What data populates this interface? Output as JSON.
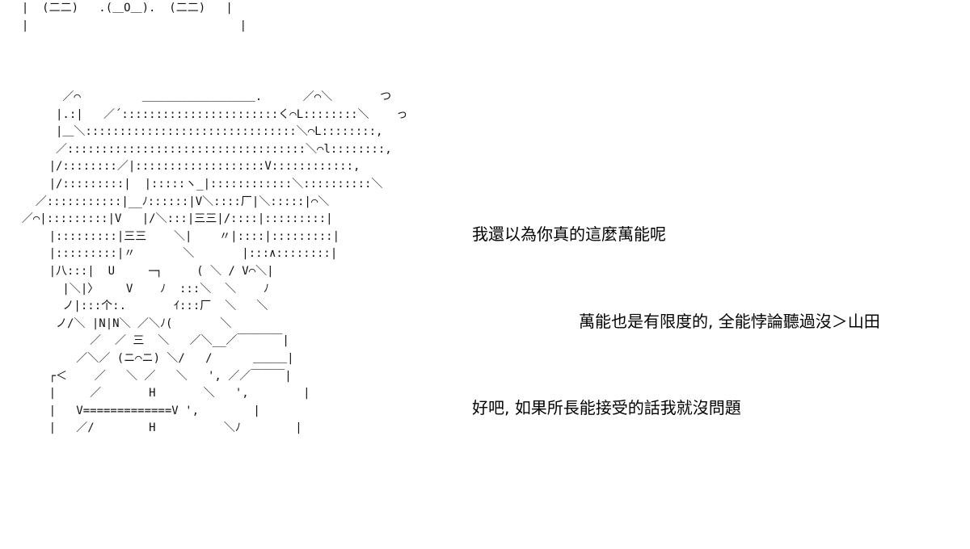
{
  "art_top": [
    "  |  (二二)   .(＿O＿).  (二二)   |",
    "  |                               |"
  ],
  "art_main": [
    "        ／⌒         ＿＿＿＿＿＿＿＿＿＿.      ／⌒＼       つ",
    "       |.:|   ／´:::::::::::::::::::::::く⌒L::::::::＼    っ",
    "       |＿＼:::::::::::::::::::::::::::::::＼⌒L::::::::,",
    "       ／:::::::::::::::::::::::::::::::::::＼⌒l::::::::,",
    "      |/::::::::／|:::::::::::::::::::V::::::::::::,",
    "      |/:::::::::|  |:::::ヽ_|::::::::::::＼::::::::::＼",
    "    ／:::::::::::|__ﾉ::::::|V＼::::厂|＼:::::|⌒＼",
    "  ／⌒|:::::::::|V   |/＼:::|三三|/::::|:::::::::|",
    "      |:::::::::|三三    ＼|    〃|::::|:::::::::|",
    "      |:::::::::|〃       ＼       |:::∧::::::::|",
    "      |八:::|  U     ─┐     ( ＼ / V⌒＼|",
    "        |＼|〉    V    ﾉ  :::＼  ＼    ﾉ",
    "        ノ|:::个:.       ｲ:::厂  ＼   ＼",
    "       ノ/＼ |N|N＼ ／＼ﾉ(       ＼",
    "            ／  ／ 三  ＼   ／＼__／￣￣￣￣|",
    "          ／＼／ (ニ⌒ニ) ＼/   /      ＿＿＿|",
    "      ┌＜    ／   ＼ ／   ＼   ', ／／￣￣￣|",
    "      |     ／       H       ＼   ',        |",
    "      |   V=============V ',        |",
    "      |   ／/        H          ＼ﾉ        |"
  ],
  "dialogue": [
    "我還以為你真的這麼萬能呢",
    "萬能也是有限度的, 全能悖論聽過沒＞山田",
    "好吧, 如果所長能接受的話我就沒問題"
  ]
}
